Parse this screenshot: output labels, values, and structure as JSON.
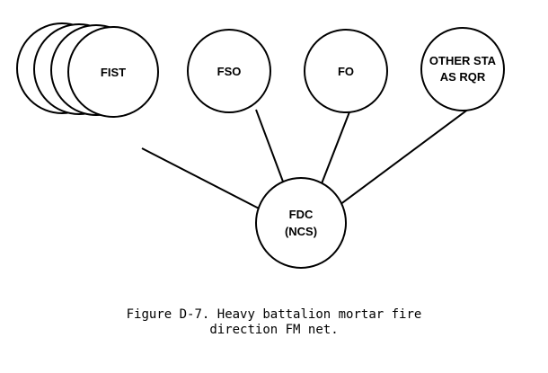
{
  "diagram": {
    "nodes": {
      "fist": "FIST",
      "fso": "FSO",
      "fo": "FO",
      "other_line1": "OTHER STA",
      "other_line2": "AS RQR",
      "fdc_line1": "FDC",
      "fdc_line2": "(NCS)"
    }
  },
  "caption": {
    "line1": "Figure D-7. Heavy battalion mortar fire",
    "line2": "direction FM net."
  }
}
